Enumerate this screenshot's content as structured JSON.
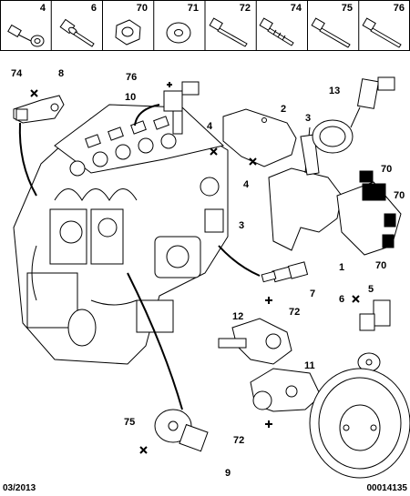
{
  "header_parts": [
    "4",
    "6",
    "70",
    "71",
    "72",
    "74",
    "75",
    "76"
  ],
  "callouts": {
    "c74a": "74",
    "c8": "8",
    "c76": "76",
    "c10": "10",
    "c2": "2",
    "c3a": "3",
    "c4a": "4",
    "c4b": "4",
    "c3b": "3",
    "c13": "13",
    "c70a": "70",
    "c70b": "70",
    "c70c": "70",
    "c1": "1",
    "c7": "7",
    "c6": "6",
    "c5": "5",
    "c72a": "72",
    "c12": "12",
    "c11": "11",
    "c72b": "72",
    "c75": "75",
    "c9": "9"
  },
  "footer": {
    "date": "03/2013",
    "ref": "00014135"
  }
}
